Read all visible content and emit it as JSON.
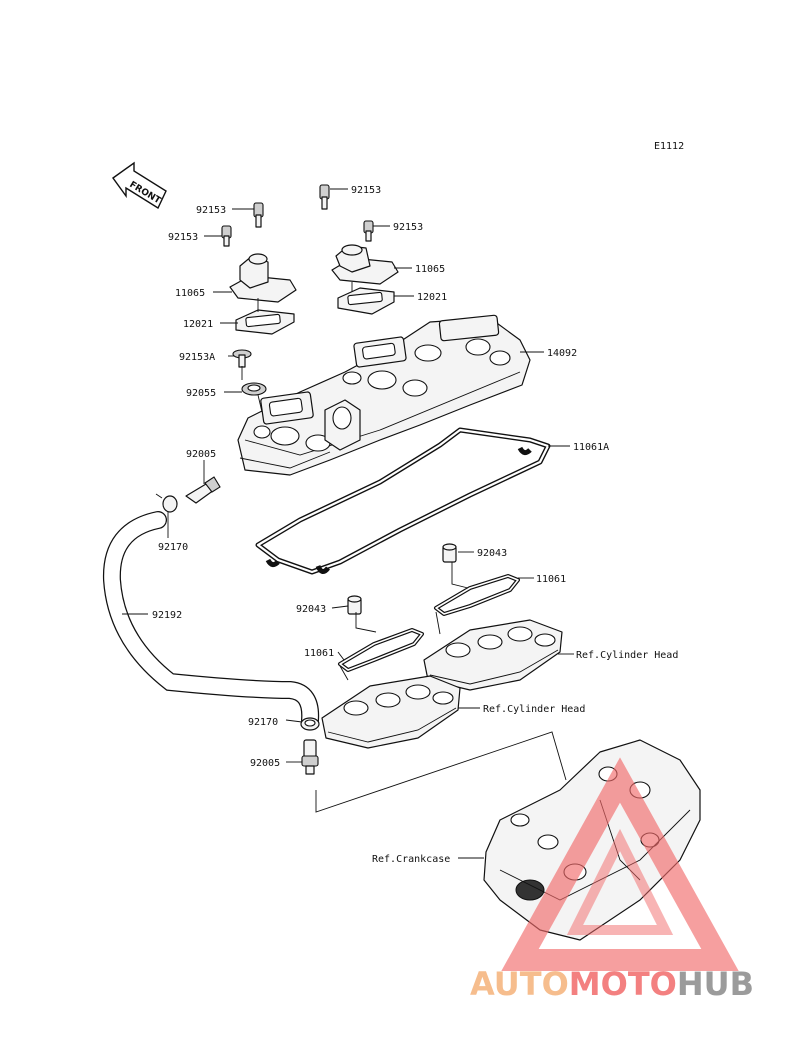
{
  "diagram": {
    "code": "E1112",
    "front_label": "FRONT",
    "labels": {
      "p92153_a": "92153",
      "p92153_b": "92153",
      "p92153_c": "92153",
      "p92153_d": "92153",
      "p11065_a": "11065",
      "p11065_b": "11065",
      "p12021_a": "12021",
      "p12021_b": "12021",
      "p92153A": "92153A",
      "p92055": "92055",
      "p14092": "14092",
      "p92005_a": "92005",
      "p11061A": "11061A",
      "p92170_a": "92170",
      "p92192": "92192",
      "p92043_a": "92043",
      "p11061_a": "11061",
      "p92043_b": "92043",
      "p11061_b": "11061",
      "ref_cyl_head_a": "Ref.Cylinder Head",
      "ref_cyl_head_b": "Ref.Cylinder Head",
      "p92170_b": "92170",
      "p92005_b": "92005",
      "ref_crankcase": "Ref.Crankcase"
    }
  },
  "watermark": {
    "part1": "AUTO",
    "part2": "MOTO",
    "part3": "HUB",
    "colors": {
      "orange": "#f5b27a",
      "red": "#f26a6a",
      "gray": "#8a8a8a"
    }
  }
}
